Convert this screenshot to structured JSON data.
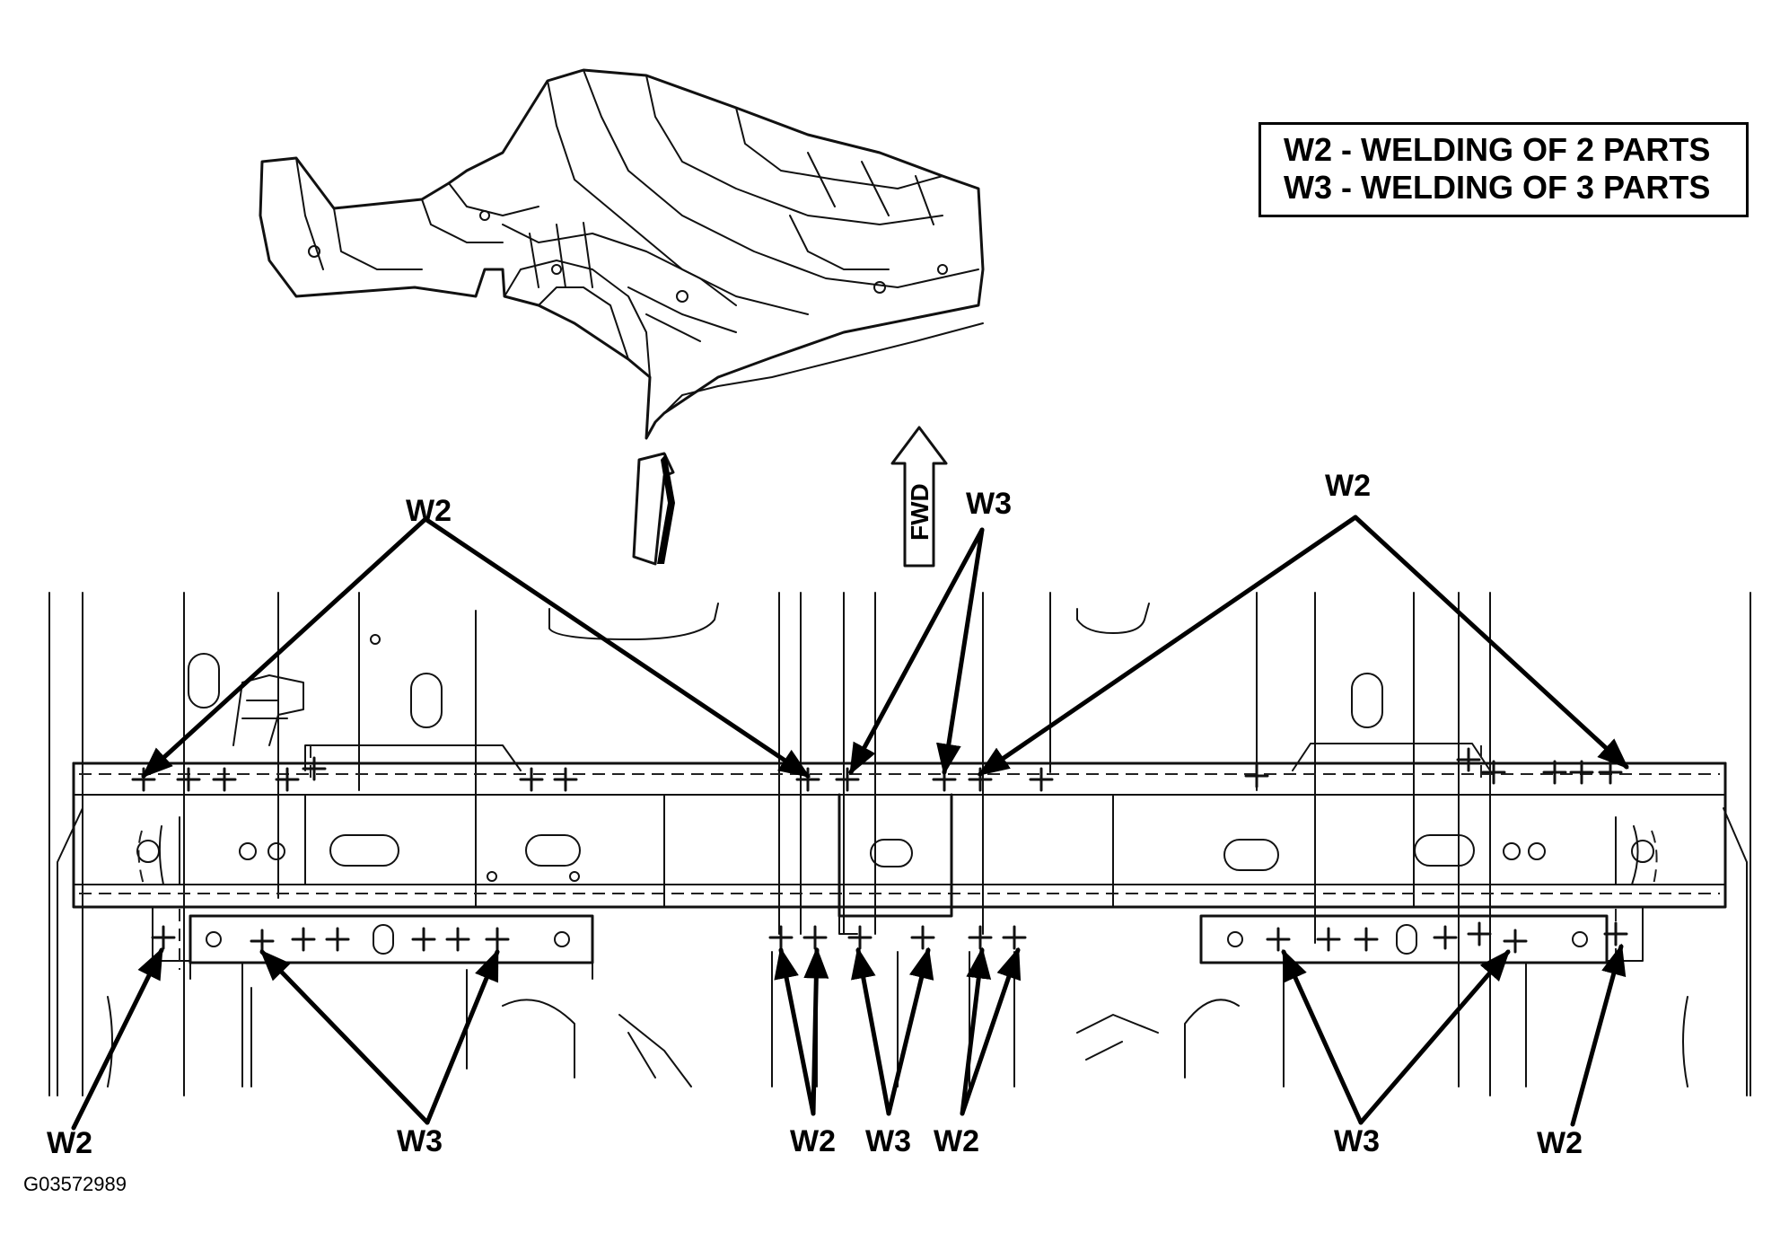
{
  "legend": {
    "w2_text": "W2 - WELDING OF 2 PARTS",
    "w3_text": "W3 - WELDING OF 3 PARTS"
  },
  "direction_label": "FWD",
  "labels": {
    "top_w2_left": "W2",
    "top_w3_center": "W3",
    "top_w2_right": "W2",
    "bottom_w2_far_left": "W2",
    "bottom_w3_left": "W3",
    "bottom_w2_center_left": "W2",
    "bottom_w3_center": "W3",
    "bottom_w2_center_right": "W2",
    "bottom_w3_right": "W3",
    "bottom_w2_far_right": "W2"
  },
  "figure_id": "G03572989"
}
